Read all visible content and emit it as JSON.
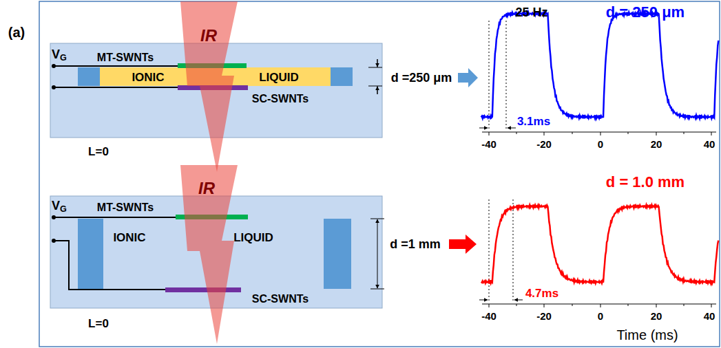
{
  "diagram": {
    "nodes": [
      {
        "text": [
          "IONIC",
          "LIQUID"
        ]
      },
      {
        "text": [
          "IONIC",
          "LIQUID"
        ]
      }
    ],
    "labels": [
      "(a)",
      "IR",
      "VG",
      "MT-SWNTs",
      "SC-SWNTs",
      "d =250 μm",
      "L=0",
      "IR",
      "VG",
      "MT-SWNTs",
      "SC-SWNTs",
      "d =1 mm",
      "L=0",
      "25 Hz",
      "d = 250 μm",
      "3.1ms",
      "-40",
      "-20",
      "0",
      "20",
      "40",
      "d = 1.0 mm",
      "4.7ms",
      "-40",
      "-20",
      "0",
      "20",
      "40",
      "Time (ms)"
    ]
  }
}
